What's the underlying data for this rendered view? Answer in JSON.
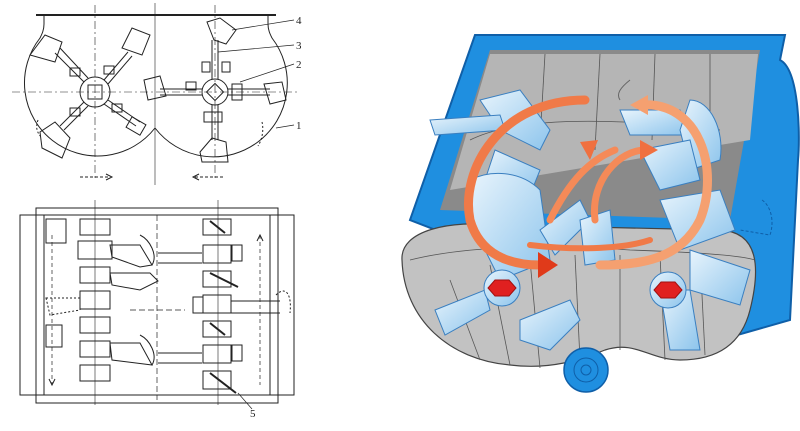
{
  "figure": {
    "description": "Twin-shaft mixer: cross-section drawing, plan-view drawing, and 3D illustration of material circulation",
    "cross_section": {
      "labels": [
        {
          "id": "1",
          "part": "drum-shell"
        },
        {
          "id": "2",
          "part": "shaft"
        },
        {
          "id": "3",
          "part": "mixing-arm"
        },
        {
          "id": "4",
          "part": "mixing-blade"
        }
      ]
    },
    "plan_view": {
      "labels": [
        {
          "id": "5",
          "part": "side-scraper"
        }
      ]
    },
    "illustration": {
      "colors": {
        "frame": "#1f8fe0",
        "frame_dark": "#0f5fa8",
        "drum_floor": "#bdbdbd",
        "drum_wall": "#8a8a8a",
        "liner_lines": "#555555",
        "paddle": "#bfe0f7",
        "paddle_edge": "#3a7fc0",
        "flow_arrow": "#f07040",
        "flow_arrow_dark": "#e03a1a",
        "shaft_hex": "#e02020"
      },
      "elements": [
        "blue-frame",
        "twin-drum-trough",
        "left-shaft",
        "right-shaft",
        "circulation-arrows",
        "discharge-port"
      ]
    }
  }
}
